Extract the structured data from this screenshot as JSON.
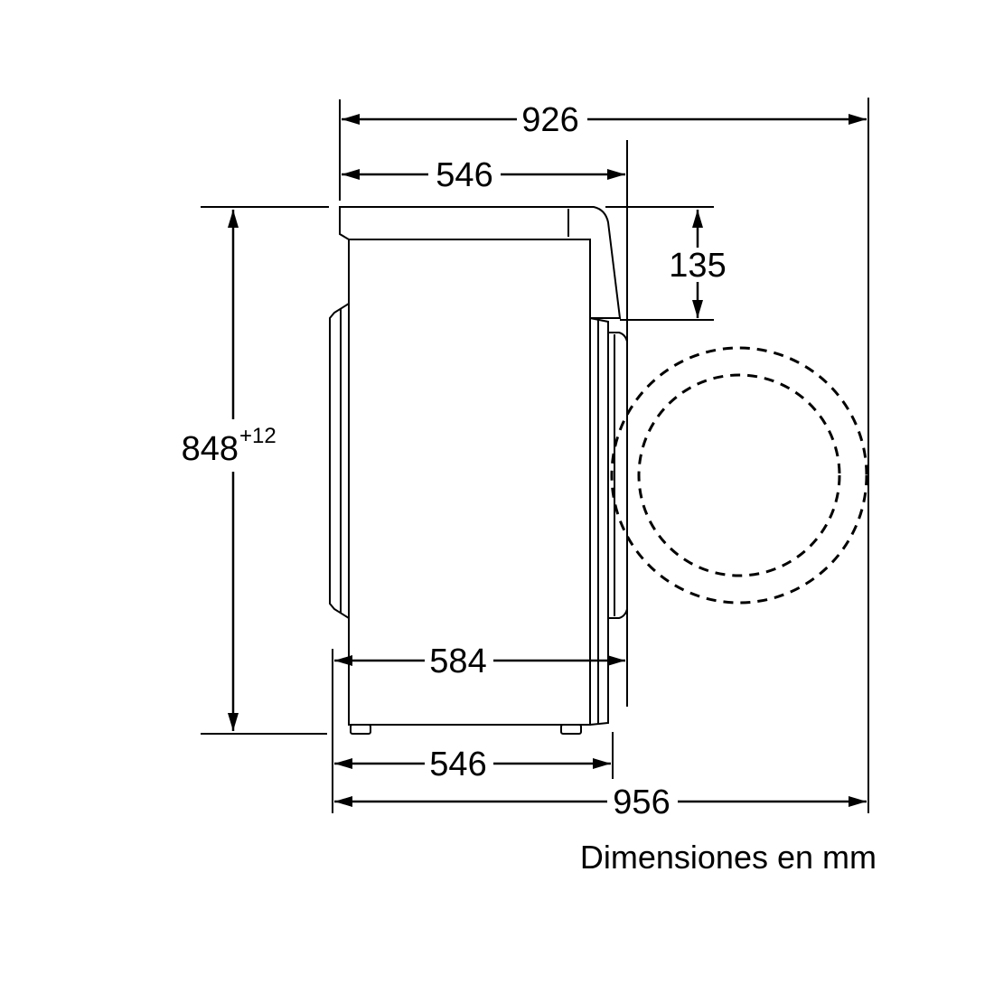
{
  "dimensions": {
    "overall_depth_door_open": "926",
    "top_depth": "546",
    "top_offset_height": "135",
    "height": "848",
    "height_tolerance": "+12",
    "body_depth": "584",
    "base_depth": "546",
    "overall_depth_door_swing": "956"
  },
  "caption": "Dimensiones en mm",
  "colors": {
    "line": "#000000",
    "background": "#ffffff"
  }
}
